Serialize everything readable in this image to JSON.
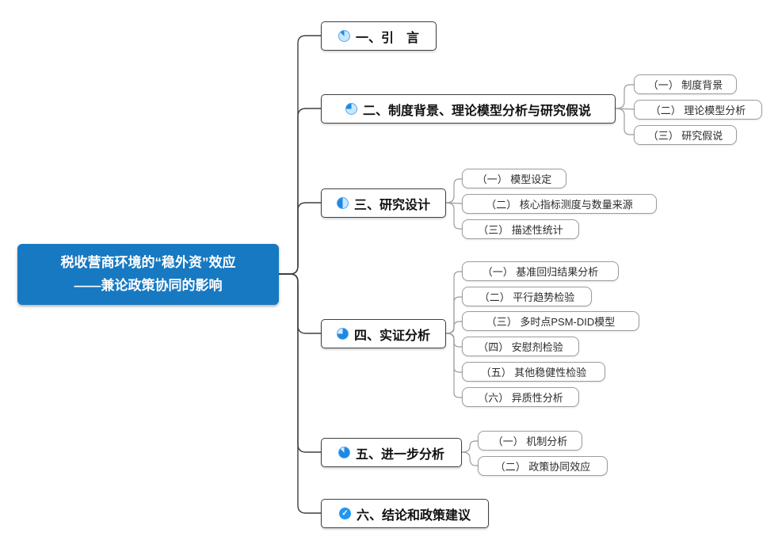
{
  "root": {
    "line1": "税收营商环境的“稳外资”效应",
    "line2": "——兼论政策协同的影响"
  },
  "branches": [
    {
      "label": "一、引　言",
      "icon": "progress-1-8-icon",
      "children": []
    },
    {
      "label": "二、制度背景、理论模型分析与研究假说",
      "icon": "progress-1-4-icon",
      "children": [
        "（一） 制度背景",
        "（二） 理论模型分析",
        "（三） 研究假说"
      ]
    },
    {
      "label": "三、研究设计",
      "icon": "progress-1-2-icon",
      "children": [
        "（一） 模型设定",
        "（二） 核心指标测度与数量来源",
        "（三） 描述性统计"
      ]
    },
    {
      "label": "四、实证分析",
      "icon": "progress-3-4-icon",
      "children": [
        "（一） 基准回归结果分析",
        "（二） 平行趋势检验",
        "（三） 多时点PSM-DID模型",
        "（四） 安慰剂检验",
        "（五） 其他稳健性检验",
        "（六） 异质性分析"
      ]
    },
    {
      "label": "五、进一步分析",
      "icon": "progress-7-8-icon",
      "children": [
        "（一） 机制分析",
        "（二） 政策协同效应"
      ]
    },
    {
      "label": "六、结论和政策建议",
      "icon": "progress-done-icon",
      "children": []
    }
  ],
  "colors": {
    "root_bg": "#1779C2",
    "progress_dark": "#1E88E5",
    "progress_light": "#C9E7FD",
    "main_border": "#3F3F3F",
    "child_border": "#9C9C9C"
  }
}
